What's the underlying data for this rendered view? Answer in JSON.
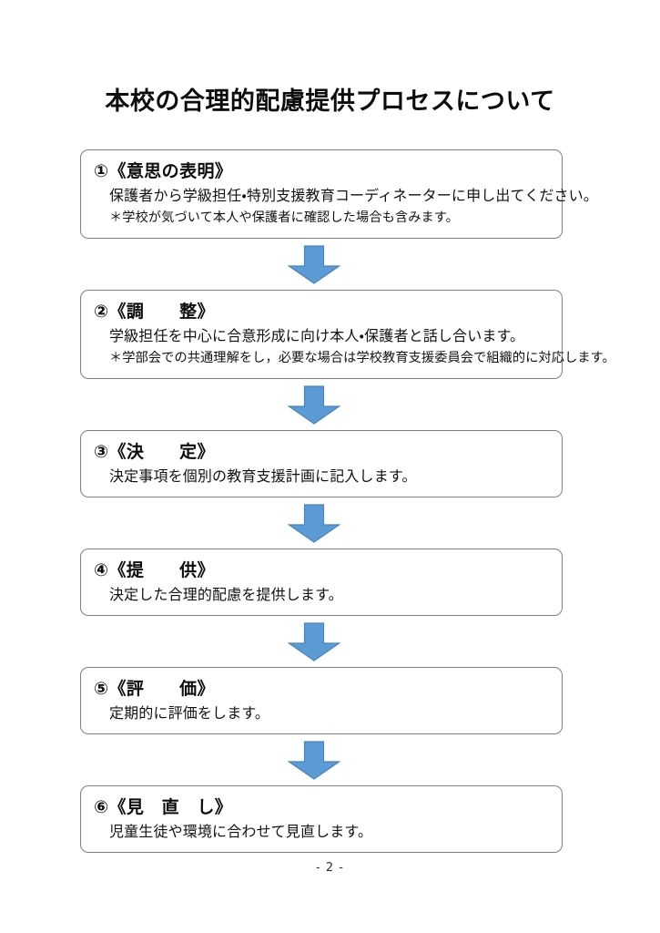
{
  "document": {
    "title": "本校の合理的配慮提供プロセスについて",
    "page_number": "- 2 -"
  },
  "colors": {
    "arrow_fill": "#5B9BD5",
    "arrow_stroke": "#4A83BD",
    "box_border": "#7F7F7F",
    "page_background": "#FFFFFF",
    "text": "#111111"
  },
  "flow": {
    "arrow_icon": "arrow-down-icon",
    "steps": [
      {
        "heading": "①《意思の表明》",
        "lines": [
          {
            "text": "保護者から学級担任・特別支援教育コーディネーターに申し出てください。",
            "kind": "body"
          },
          {
            "text": "＊学校が気づいて本人や保護者に確認した場合も含みます。",
            "kind": "note"
          }
        ]
      },
      {
        "heading": "②《調　　整》",
        "lines": [
          {
            "text": "学級担任を中心に合意形成に向け本人・保護者と話し合います。",
            "kind": "body"
          },
          {
            "text": "＊学部会での共通理解をし，必要な場合は学校教育支援委員会で組織的に対応します。",
            "kind": "note"
          }
        ]
      },
      {
        "heading": "③《決　　定》",
        "lines": [
          {
            "text": "決定事項を個別の教育支援計画に記入します。",
            "kind": "body"
          }
        ]
      },
      {
        "heading": "④《提　　供》",
        "lines": [
          {
            "text": "決定した合理的配慮を提供します。",
            "kind": "body"
          }
        ]
      },
      {
        "heading": "⑤《評　　価》",
        "lines": [
          {
            "text": "定期的に評価をします。",
            "kind": "body"
          }
        ]
      },
      {
        "heading": "⑥《見　直　し》",
        "lines": [
          {
            "text": "児童生徒や環境に合わせて見直します。",
            "kind": "body"
          }
        ]
      }
    ]
  }
}
